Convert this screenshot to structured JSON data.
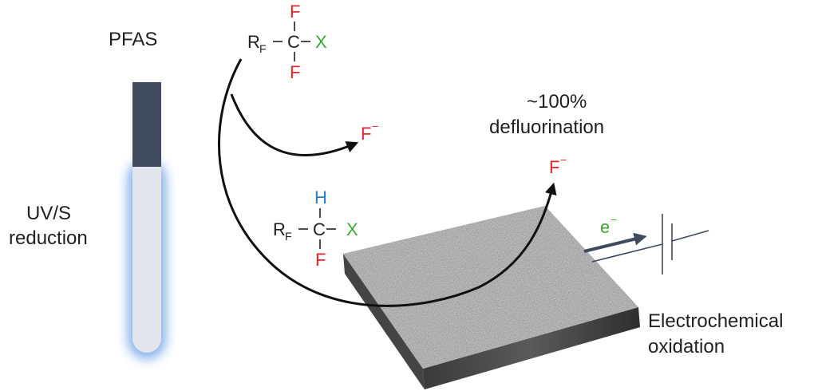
{
  "labels": {
    "pfas": "PFAS",
    "uv_line1": "UV/S",
    "uv_line2": "reduction",
    "defluor_line1": "~100%",
    "defluor_line2": "defluorination",
    "electro_line1": "Electrochemical",
    "electro_line2": "oxidation",
    "fluoride_1": "F",
    "fluoride_2": "F",
    "electron": "e",
    "minus": "−"
  },
  "molecule_top": {
    "r": "R",
    "r_sub": "F",
    "c": "C",
    "top": "F",
    "bottom": "F",
    "x": "X"
  },
  "molecule_mid": {
    "r": "R",
    "r_sub": "F",
    "c": "C",
    "top": "H",
    "bottom": "F",
    "x": "X"
  },
  "colors": {
    "fluorine": "#e0262b",
    "halogen_x": "#3aaa35",
    "hydrogen": "#2a7cc4",
    "tube_top": "#3f4a5c",
    "tube_body": "#e4e6ee",
    "uv_glow": "#6fa3e8",
    "electron_arrow": "#3f4a5c",
    "electrode": "#9a9a9a"
  }
}
